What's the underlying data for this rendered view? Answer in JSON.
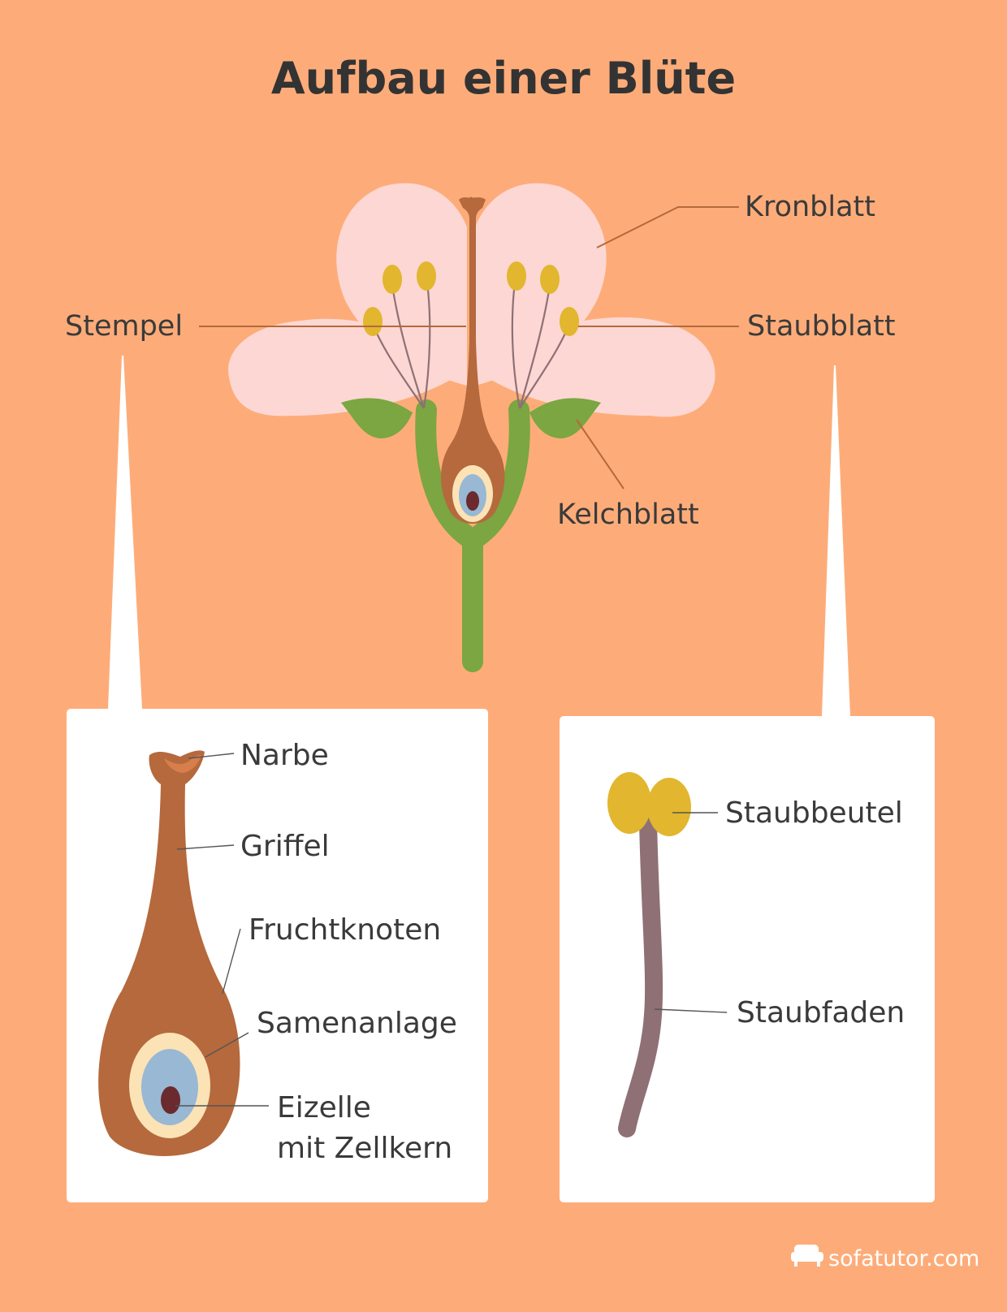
{
  "title": "Aufbau einer Blüte",
  "flower_labels": {
    "kronblatt": "Kronblatt",
    "stempel": "Stempel",
    "staubblatt": "Staubblatt",
    "kelchblatt": "Kelchblatt"
  },
  "pistil_labels": {
    "narbe": "Narbe",
    "griffel": "Griffel",
    "fruchtknoten": "Fruchtknoten",
    "samenanlage": "Samenanlage",
    "eizelle_line1": "Eizelle",
    "eizelle_line2": "mit Zellkern"
  },
  "stamen_labels": {
    "staubbeutel": "Staubbeutel",
    "staubfaden": "Staubfaden"
  },
  "logo": {
    "text": "sofatutor.com",
    "icon": "sofa-icon"
  },
  "colors": {
    "background": "#FDAC79",
    "petal": "#FDD7D3",
    "sepal": "#7BA641",
    "pistil": "#B5693C",
    "anther": "#E2B62E",
    "filament": "#8E7075",
    "ovule_outer": "#FBE3B6",
    "ovule_inner": "#98B8D3",
    "nucleus": "#6A2A2E",
    "panel": "#FFFFFF"
  }
}
